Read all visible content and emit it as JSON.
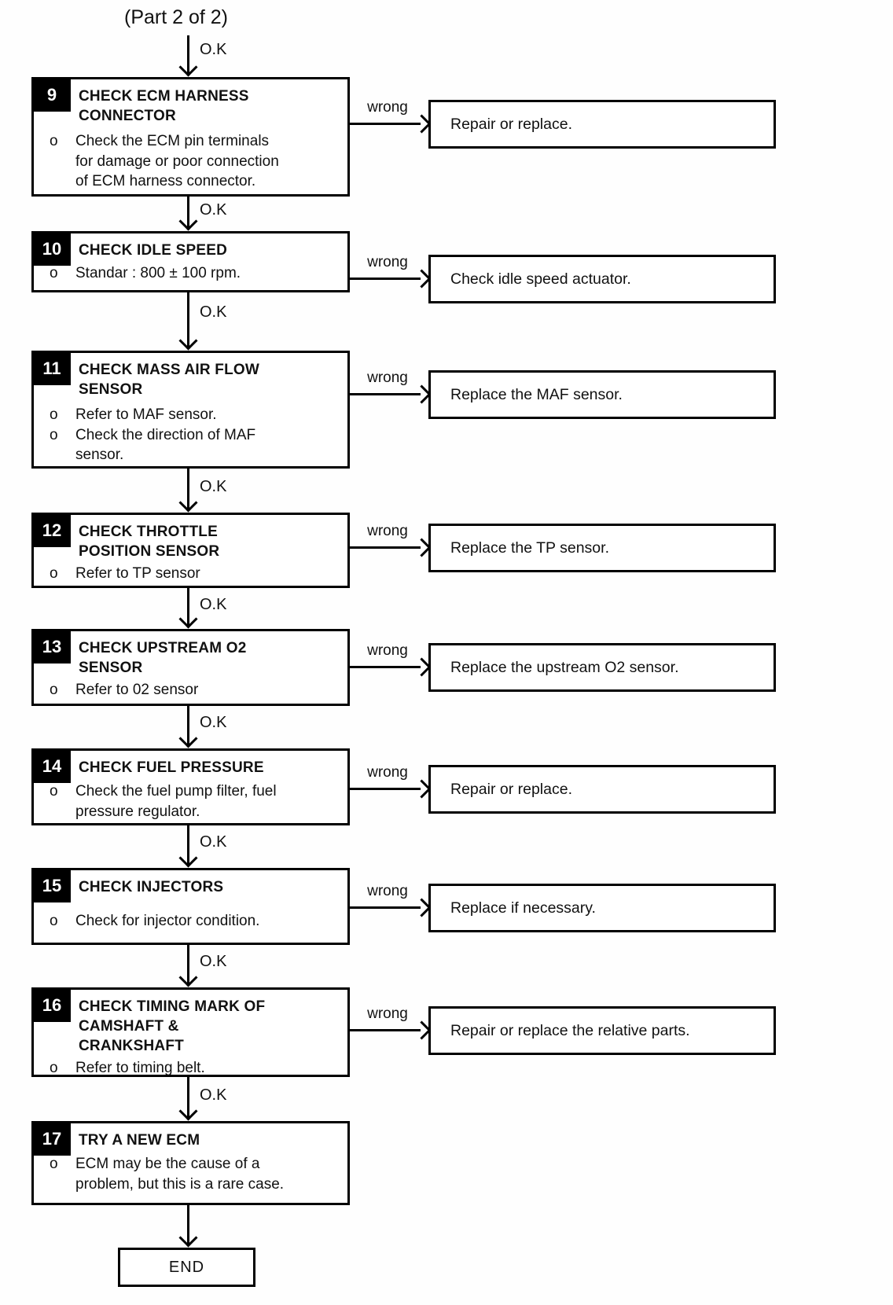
{
  "header": {
    "part_label": "(Part 2 of 2)"
  },
  "labels": {
    "ok": "O.K",
    "wrong": "wrong",
    "bullet_marker": "o"
  },
  "flowchart": {
    "steps": [
      {
        "number": "9",
        "title": "CHECK ECM HARNESS CONNECTOR",
        "bullets": [
          "Check the ECM pin terminals for damage or poor connection of ECM harness connector."
        ],
        "result": "Repair or replace."
      },
      {
        "number": "10",
        "title": "CHECK IDLE SPEED",
        "bullets": [
          "Standar : 800 ± 100 rpm."
        ],
        "result": "Check idle speed actuator."
      },
      {
        "number": "11",
        "title": "CHECK MASS AIR FLOW SENSOR",
        "bullets": [
          "Refer to MAF sensor.",
          "Check the direction of MAF sensor."
        ],
        "result": "Replace the MAF sensor."
      },
      {
        "number": "12",
        "title": "CHECK THROTTLE POSITION SENSOR",
        "bullets": [
          "Refer to TP sensor"
        ],
        "result": "Replace the TP sensor."
      },
      {
        "number": "13",
        "title": "CHECK UPSTREAM O2 SENSOR",
        "bullets": [
          "Refer to 02 sensor"
        ],
        "result": "Replace the upstream O2 sensor."
      },
      {
        "number": "14",
        "title": "CHECK FUEL PRESSURE",
        "bullets": [
          "Check the fuel pump filter, fuel pressure regulator."
        ],
        "result": "Repair or replace."
      },
      {
        "number": "15",
        "title": "CHECK INJECTORS",
        "bullets": [
          "Check for injector condition."
        ],
        "result": "Replace if necessary."
      },
      {
        "number": "16",
        "title": "CHECK TIMING MARK OF CAMSHAFT & CRANKSHAFT",
        "bullets": [
          "Refer to timing belt."
        ],
        "result": "Repair or replace the relative parts."
      },
      {
        "number": "17",
        "title": "TRY A NEW ECM",
        "bullets": [
          "ECM may be the cause of a problem, but this is a rare case."
        ],
        "result": null
      }
    ],
    "end_label": "END"
  }
}
